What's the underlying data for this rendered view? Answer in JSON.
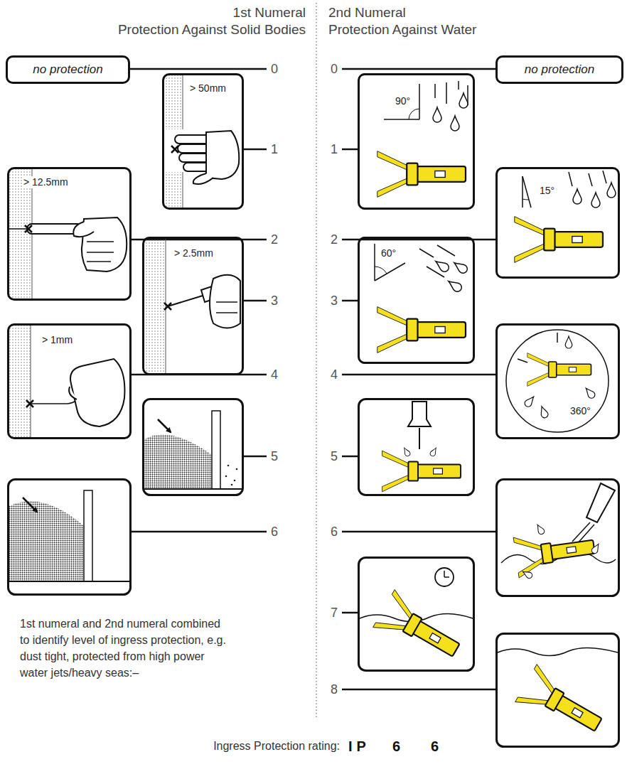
{
  "diagram": {
    "nodes": [
      {
        "text": [
          "no protection"
        ]
      },
      {
        "text": [
          "no protection"
        ]
      },
      {
        "text": [
          "> 50mm"
        ]
      },
      {
        "text": [
          "90°"
        ]
      },
      {
        "text": [
          "> 12.5mm"
        ]
      },
      {
        "text": [
          "15°"
        ]
      },
      {
        "text": [
          "> 2.5mm"
        ]
      },
      {
        "text": [
          "60°"
        ]
      },
      {
        "text": [
          "> 1mm"
        ]
      },
      {
        "text": [
          "360°"
        ]
      }
    ],
    "labels": [
      "1st Numeral",
      "Protection Against Solid Bodies",
      "2nd Numeral",
      "Protection Against Water",
      "0",
      "1",
      "2",
      "3",
      "4",
      "5",
      "6",
      "0",
      "1",
      "2",
      "3",
      "4",
      "5",
      "6",
      "7",
      "8",
      "1st numeral and 2nd numeral combined to identify level of ingress protection, e.g. dust tight, protected from high power water jets/heavy seas:–",
      "Ingress Protection rating:",
      "IP",
      "6",
      "6"
    ]
  }
}
